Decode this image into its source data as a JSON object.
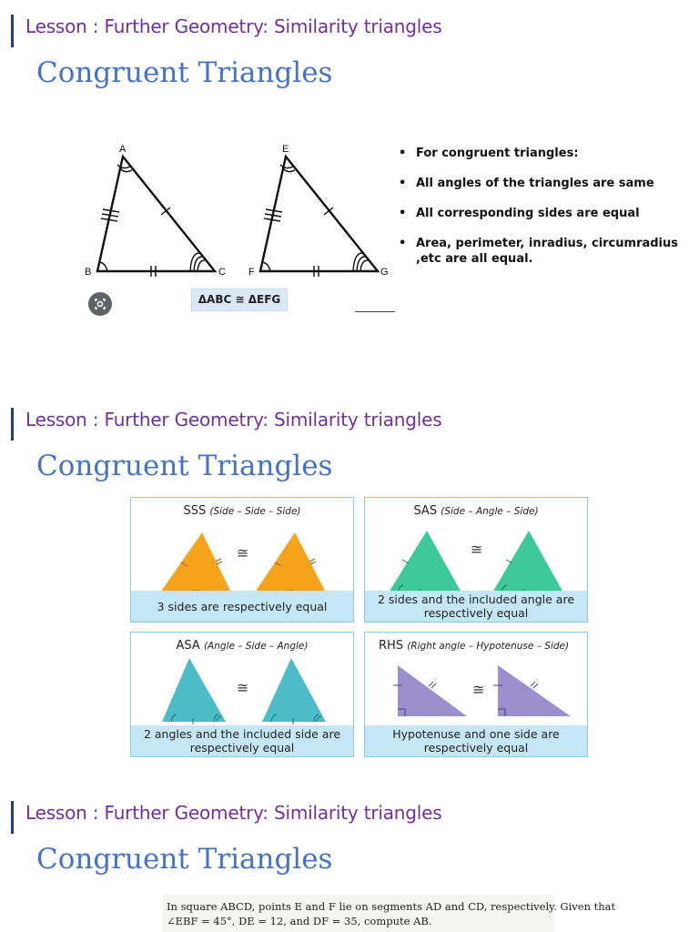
{
  "slides": [
    {
      "lesson": "Lesson : Further Geometry: Similarity triangles",
      "title": "Congruent Triangles",
      "figure": {
        "triangle1_vertices": [
          "A",
          "B",
          "C"
        ],
        "triangle2_vertices": [
          "E",
          "F",
          "G"
        ],
        "congruence_label": "ΔABC ≅ ΔEFG"
      },
      "bullets": [
        "For congruent triangles:",
        "All angles of the triangles are same",
        "All corresponding sides are equal",
        "Area, perimeter, inradius, circumradius\n,etc are all equal."
      ],
      "bullet_symbol": "•"
    },
    {
      "lesson": "Lesson : Further Geometry: Similarity triangles",
      "title": "Congruent Triangles",
      "criteria": [
        {
          "code": "SSS",
          "expansion": "(Side – Side – Side)",
          "description": "3 sides are respectively equal",
          "color": "#f5a31a",
          "symbol": "≅"
        },
        {
          "code": "SAS",
          "expansion": "(Side – Angle – Side)",
          "description": "2 sides and the included angle are respectively equal",
          "color": "#3ec99a",
          "symbol": "≅"
        },
        {
          "code": "ASA",
          "expansion": "(Angle – Side – Angle)",
          "description": "2 angles and the included side are respectively equal",
          "color": "#4bbcc8",
          "symbol": "≅"
        },
        {
          "code": "RHS",
          "expansion": "(Right angle – Hypotenuse – Side)",
          "description": "Hypotenuse and one side are respectively equal",
          "color": "#9b8fce",
          "symbol": "≅"
        }
      ]
    },
    {
      "lesson": "Lesson : Further Geometry: Similarity triangles",
      "title": "Congruent Triangles",
      "problem_lines": [
        "In square ABCD, points E and F lie on segments AD and CD, respectively. Given that",
        "∠EBF = 45°, DE = 12, and DF = 35, compute AB."
      ]
    }
  ]
}
